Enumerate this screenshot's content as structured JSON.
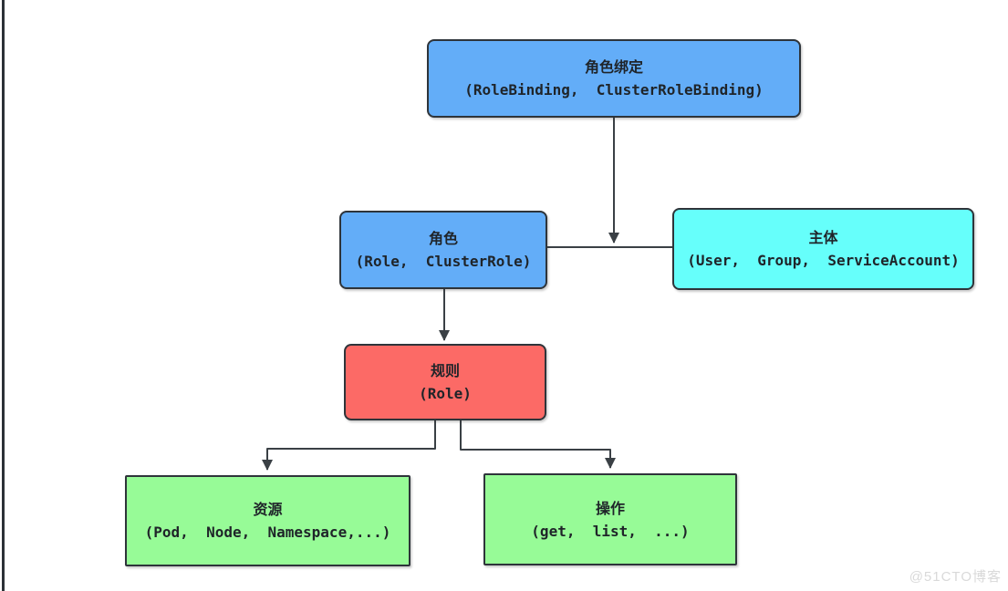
{
  "colors": {
    "blue": "#63adf8",
    "cyan": "#66fffb",
    "red": "#fc6a66",
    "green": "#97fb97",
    "border": "#2e343a",
    "line": "#3a4045",
    "text": "#1f2429",
    "watermark": "#d9d9d9"
  },
  "nodes": {
    "role_binding": {
      "title": "角色绑定",
      "subtitle": "(RoleBinding,  ClusterRoleBinding)"
    },
    "role": {
      "title": "角色",
      "subtitle": "(Role,  ClusterRole)"
    },
    "subject": {
      "title": "主体",
      "subtitle": "(User,  Group,  ServiceAccount)"
    },
    "rule": {
      "title": "规则",
      "subtitle": "(Role)"
    },
    "resource": {
      "title": "资源",
      "subtitle": "(Pod,  Node,  Namespace,...)"
    },
    "action": {
      "title": "操作",
      "subtitle": "(get,  list,  ...)"
    }
  },
  "watermark": {
    "text": "@51CTO博客"
  }
}
